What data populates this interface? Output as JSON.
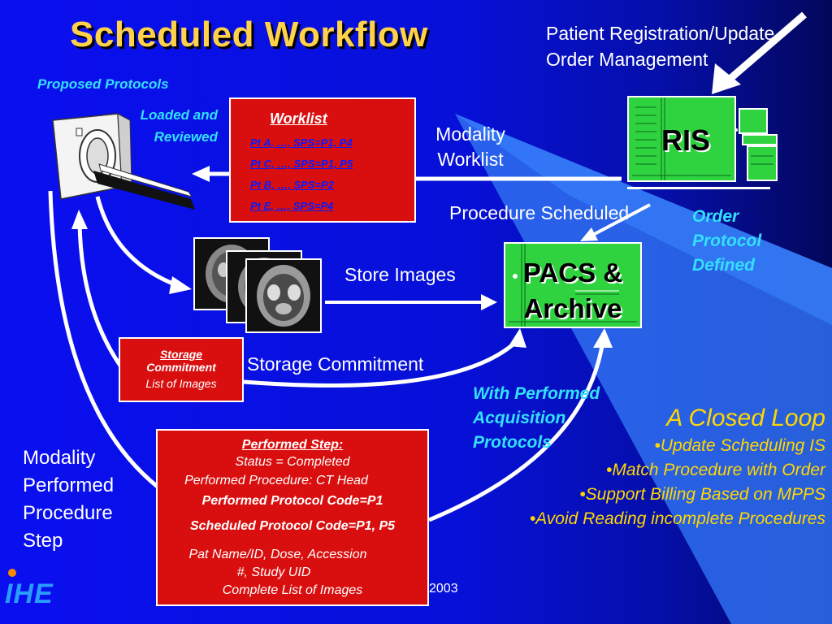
{
  "title": "Scheduled Workflow",
  "ris_top": {
    "line1": "Patient Registration/Update",
    "line2": "Order Management"
  },
  "proposed_protocols": "Proposed Protocols",
  "loaded_reviewed": {
    "line1": "Loaded and",
    "line2": "Reviewed"
  },
  "worklist_box": {
    "title": "Worklist",
    "items": [
      "Pt A, …, SPS=P1, P4",
      "Pt C, …, SPS=P1, P5",
      "Pt B, …, SPS=P2",
      "Pt E, …, SPS=P4"
    ]
  },
  "modality_worklist": {
    "line1": "Modality",
    "line2": "Worklist"
  },
  "ris_label": "RIS",
  "procedure_scheduled": "Procedure Scheduled",
  "order_protocol": {
    "line1": "Order",
    "line2": "Protocol",
    "line3": "Defined"
  },
  "store_images": "Store Images",
  "pacs_label": {
    "line1": "PACS &",
    "line2": "Archive"
  },
  "storage_box": {
    "title_line1": "Storage",
    "title_line2": "Commitment",
    "subtitle": "List of Images"
  },
  "storage_commitment": "Storage Commitment",
  "with_performed": {
    "line1": "With Performed",
    "line2": "Acquisition",
    "line3": "Protocols"
  },
  "closed_loop": {
    "title": "A Closed Loop",
    "items": [
      "•Update Scheduling IS",
      "•Match Procedure with Order",
      "•Support Billing Based on MPPS",
      "•Avoid Reading incomplete Procedures"
    ]
  },
  "mpps": {
    "line1": "Modality",
    "line2": "Performed",
    "line3": "Procedure",
    "line4": "Step"
  },
  "performed_box": {
    "title": "Performed Step:",
    "status": "Status = Completed",
    "procedure": "Performed Procedure: CT Head",
    "perf_protocol": "Performed Protocol Code=P1",
    "sched_protocol": "Scheduled Protocol Code=P1, P5",
    "patient": "Pat Name/ID, Dose, Accession",
    "study": "#, Study UID",
    "images": "Complete List of Images"
  },
  "year_fragment": "2003",
  "logo_text": "IHE",
  "colors": {
    "background": "#0a0ff0",
    "title": "#ffd24a",
    "red_box": "#d90f0f",
    "green_box": "#2fd33f",
    "cyan_text": "#33e0ff",
    "yellow_text": "#ffd700",
    "light_band": "#2f6ff0"
  }
}
